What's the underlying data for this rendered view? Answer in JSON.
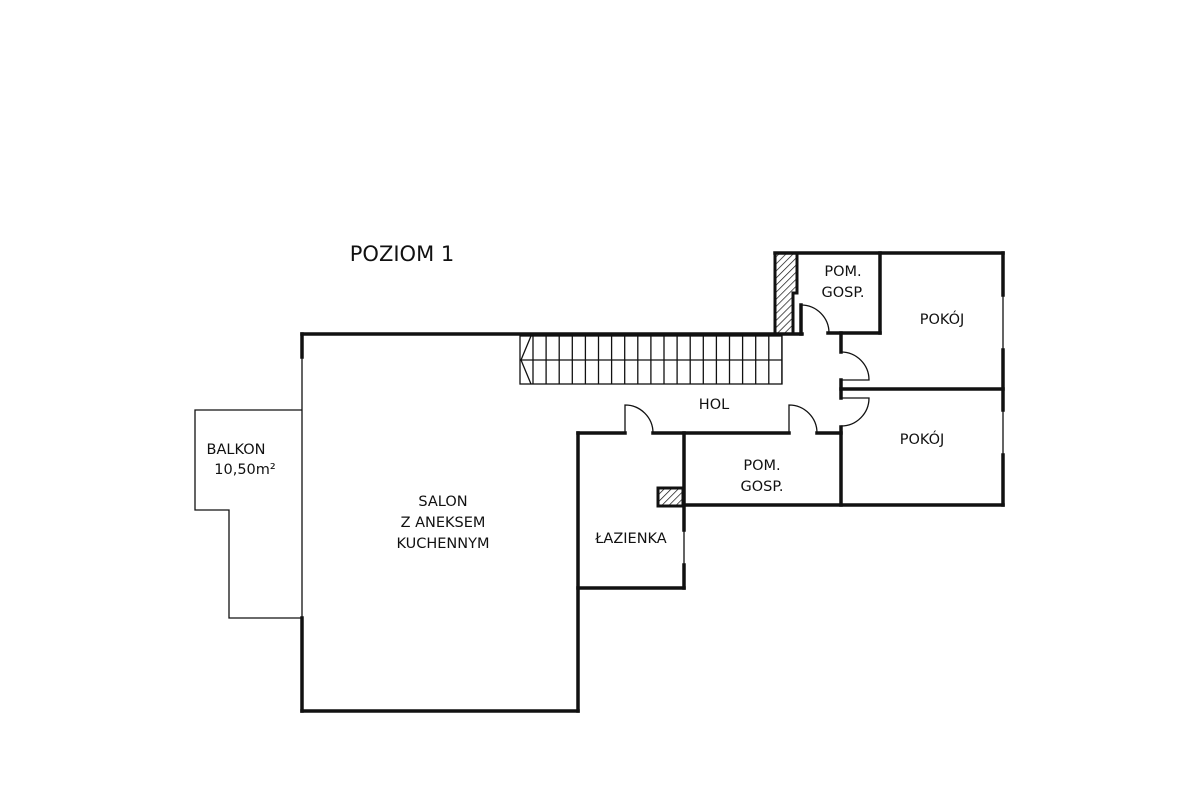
{
  "title": "POZIOM 1",
  "rooms": {
    "balkon": {
      "name": "BALKON",
      "area": "10,50m²"
    },
    "salon": {
      "line1": "SALON",
      "line2": "Z ANEKSEM",
      "line3": "KUCHENNYM"
    },
    "lazienka": {
      "name": "ŁAZIENKA"
    },
    "hol": {
      "name": "HOL"
    },
    "pom_gosp_top": {
      "line1": "POM.",
      "line2": "GOSP."
    },
    "pom_gosp_bottom": {
      "line1": "POM.",
      "line2": "GOSP."
    },
    "pokoj_top": {
      "name": "POKÓJ"
    },
    "pokoj_bottom": {
      "name": "POKÓJ"
    }
  }
}
